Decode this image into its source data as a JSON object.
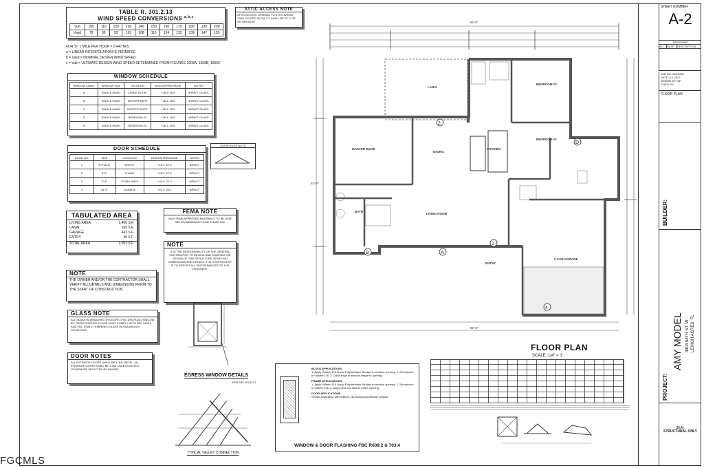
{
  "wind_table": {
    "title": "TABLE R. 301.2.13",
    "subtitle": "WIND SPEED CONVERSIONS",
    "sup": "a,b,c",
    "row1_label": "Vult",
    "row2_label": "Vasd",
    "vult": [
      "100",
      "110",
      "120",
      "130",
      "140",
      "150",
      "160",
      "170",
      "180",
      "190",
      "200"
    ],
    "vasd": [
      "78",
      "85",
      "93",
      "101",
      "108",
      "116",
      "124",
      "132",
      "139",
      "147",
      "155"
    ]
  },
  "attic_note": {
    "title": "ATTIC ACCESS NOTE",
    "text": "ATTIC ACCESS OPENING TO ATTIC AREAS THAT EXCEED 30 SQ. FT. SHALL BE 22\" X 30\" OR GREATER"
  },
  "wind_notes": [
    "FOR SI: 1 MILE PER HOUR = 0.447 M/S",
    "a = LINEAR INTERPOLATION IS PERMITED",
    "b = Vasd = NOMINAL DESIGN WIND SPEED",
    "c = Vult = ULTIMATE DESIGN WIND SPEED DETERMINED FROM FIGURES 1609A, 1609B, 1609C"
  ],
  "window_schedule": {
    "title": "WINDOW SCHEDULE",
    "headers": [
      "WINDOW LABEL",
      "WINDOW SIZE",
      "LOCATION",
      "DESIGN PRESSURE",
      "NOTES"
    ],
    "rows": [
      [
        "A",
        "SINGLE HUNG",
        "LIVING ROOM",
        "+26.9 -28.5",
        "IMPACT GLASS"
      ],
      [
        "B",
        "SINGLE HUNG",
        "MASTER BATH",
        "+26.1 -28.5",
        "IMPACT GLASS"
      ],
      [
        "C",
        "SINGLE HUNG",
        "MASTER SUITE",
        "+26.1 -28.5",
        "IMPACT GLASS"
      ],
      [
        "D",
        "SINGLE HUNG",
        "BEDROOM #2",
        "+26.1 -28.5",
        "IMPACT GLASS"
      ],
      [
        "E",
        "SINGLE HUNG",
        "BEDROOM #3",
        "+26.1 -28.5",
        "IMPACT GLASS"
      ]
    ]
  },
  "door_schedule": {
    "title": "DOOR SCHEDULE",
    "headers": [
      "DOOR NO.",
      "SIZE",
      "LOCATION",
      "DESIGN PRESSURE",
      "NOTES"
    ],
    "rows": [
      [
        "1",
        "3'-0\"x6'-8\"",
        "ENTRY",
        "+25.2 -27.0",
        "IMPACT"
      ],
      [
        "2",
        "8'-0\"",
        "LIVING",
        "+25.2 -27.0",
        "IMPACT"
      ],
      [
        "3",
        "2'-8\"",
        "TOWEL BATH",
        "+24.6 -27.0",
        "IMPACT"
      ],
      [
        "4",
        "16'-0\"",
        "GARAGE",
        "+23.5 -25.4",
        "IMPACT"
      ]
    ]
  },
  "door_sizes_note": {
    "title": "DOOR SIZES NOTE"
  },
  "tabulated_area": {
    "title": "TABULATED AREA",
    "rows": [
      [
        "LIVING AREA",
        "1,406 S.F."
      ],
      [
        "LANAI",
        "165 S.F."
      ],
      [
        "GARAGE",
        "442 S.F."
      ],
      [
        "ENTRY",
        "30 S.F."
      ]
    ],
    "total_label": "TOTAL AREA",
    "total_value": "2,052 S.F."
  },
  "fema_note": {
    "title": "FEMA NOTE",
    "text": "ONLY FEMA APPROVED MATERIALS TO BE USED BELOW MINIMUM FLOOD ELEVATION"
  },
  "note_main": {
    "title": "NOTE",
    "text": "IT IS THE RESPONSIBILITY OF THE GENERAL CONTRACTOR TO REVIEW AND CONFIRM THE DESIGN OF THIS STRUCTURE VERIFYING DIMENSIONS AND DETAILS. THE CONTRACTOR IS TO REPORT ALL DISCREPANCIES TO THE DESIGNER."
  },
  "note_owner": {
    "title": "NOTE",
    "text": "THE OWNER AND/OR THE CONTRACTOR SHALL VERIFY ALL DETAILS AND DIMENSIONS PRIOR TO THE START OF CONSTRUCTION."
  },
  "glass_note": {
    "title": "GLASS NOTE",
    "text": "ALL GLASS IN WINDOWS OR DOORS THAT ENCROACH BELOW 60\" FROM FINISHED FLOOR MUST COMPLY WITH FBC 2406.3 AND FBC R308.4 TEMPERED GLASS IN HAZARDOUS LOCATIONS."
  },
  "door_notes": {
    "title": "DOOR NOTES",
    "text": "ALL EXTERIOR DOORS SHALL BE 1-3/4\" METAL. ALL INTERIOR DOORS SHALL BE 1-3/8\" UNLESS NOTED OTHERWISE SELECTED BY OWNER."
  },
  "egress": {
    "title": "EGRESS WINDOW DETAILS",
    "sub": "PER FBC R310.2.1"
  },
  "valley": {
    "title": "TYPICAL VALLEY CONNECTION"
  },
  "flashing": {
    "title": "WINDOW & DOOR FLASHING FBC R609.2 & 703.4",
    "block_title": "BLOCK APPLICATIONS",
    "block_text": "1. Apply Vulkem 116 Liquid Polyurethane Sealant to window opening. 2. Set window in Vulkem 116. 3. Caulk edge of window flange to opening.",
    "frame_title": "FRAME APPLICATIONS",
    "frame_text": "1. Apply Vulkem 116 Liquid Polyurethane Sealant to window opening. 2. Set window in Vulkem 116. 3. Apply peel and stick to entire opening.",
    "door_title": "DOOR APPLICATIONS",
    "door_text": "Similar application with Vulkem 116 liquid polyurethane sealant."
  },
  "floor_plan": {
    "title": "FLOOR PLAN",
    "scale": "SCALE: 1/4\" = 1'",
    "rooms": {
      "lanai": "LANAI",
      "master_suite": "MASTER SUITE",
      "dining": "DINING",
      "kitchen": "KITCHEN",
      "bedroom3": "BEDROOM #3",
      "bedroom2": "BEDROOM #2",
      "living": "LIVING ROOM",
      "bath": "BATH",
      "garage": "2 CAR GARAGE",
      "entry": "ENTRY"
    },
    "dims": {
      "top": "50'-8\"",
      "bottom": "50'-8\"",
      "left": "52'-8\""
    }
  },
  "title_block": {
    "sheet_number_label": "SHEET NUMBER",
    "sheet_number": "A-2",
    "revisions": "REVISIONS",
    "rev_headers": [
      "NO.",
      "DATE",
      "DESCRIPTION"
    ],
    "job_no": "JOB NO: 383-0622",
    "date": "DATE: 6-2-2022",
    "drawn": "DRAWN BY: MP",
    "chkd": "CHK'D BY:",
    "sheet_title": "FLOOR PLAN",
    "builder": "BUILDER:",
    "model": "AMY MODEL",
    "address1": "3404 64TH ST. W",
    "address2": "LEHIGH ACRES, FL",
    "project": "PROJECT:",
    "seal": "SEAL",
    "structural": "STRUCTURAL ONLY"
  },
  "watermark": "FGCMLS"
}
